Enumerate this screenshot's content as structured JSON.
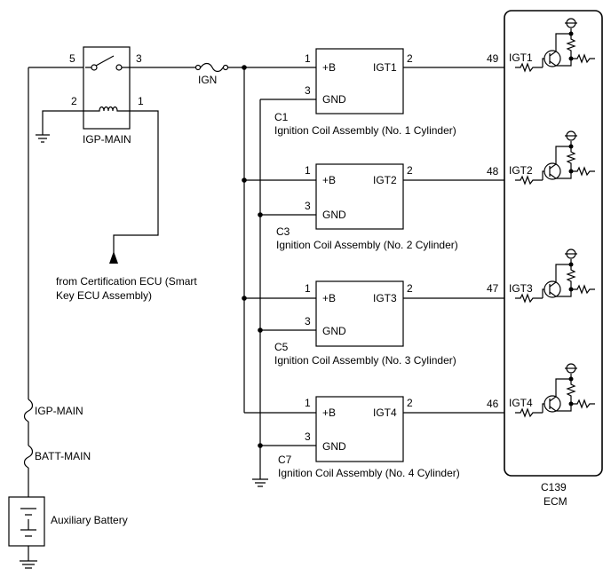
{
  "relay": {
    "name": "IGP-MAIN",
    "pin_switch_in": "5",
    "pin_switch_out": "3",
    "pin_coil_gnd": "2",
    "pin_coil_in": "1"
  },
  "fuse_ign": "IGN",
  "fuse_igp_main": "IGP-MAIN",
  "fuse_batt_main": "BATT-MAIN",
  "battery_label": "Auxiliary Battery",
  "cert_ecu_label_line1": "from Certification ECU (Smart",
  "cert_ecu_label_line2": "Key ECU Assembly)",
  "coils": [
    {
      "connector": "C1",
      "name": "Ignition Coil Assembly (No. 1 Cylinder)",
      "pin_b": "1",
      "pin_gnd": "3",
      "pin_out": "2",
      "term_b": "+B",
      "term_gnd": "GND",
      "term_out": "IGT1",
      "ecu_pin": "49",
      "ecu_signal": "IGT1"
    },
    {
      "connector": "C3",
      "name": "Ignition Coil Assembly (No. 2 Cylinder)",
      "pin_b": "1",
      "pin_gnd": "3",
      "pin_out": "2",
      "term_b": "+B",
      "term_gnd": "GND",
      "term_out": "IGT2",
      "ecu_pin": "48",
      "ecu_signal": "IGT2"
    },
    {
      "connector": "C5",
      "name": "Ignition Coil Assembly (No. 3 Cylinder)",
      "pin_b": "1",
      "pin_gnd": "3",
      "pin_out": "2",
      "term_b": "+B",
      "term_gnd": "GND",
      "term_out": "IGT3",
      "ecu_pin": "47",
      "ecu_signal": "IGT3"
    },
    {
      "connector": "C7",
      "name": "Ignition Coil Assembly (No. 4 Cylinder)",
      "pin_b": "1",
      "pin_gnd": "3",
      "pin_out": "2",
      "term_b": "+B",
      "term_gnd": "GND",
      "term_out": "IGT4",
      "ecu_pin": "46",
      "ecu_signal": "IGT4"
    }
  ],
  "ecm": {
    "connector": "C139",
    "name": "ECM"
  }
}
